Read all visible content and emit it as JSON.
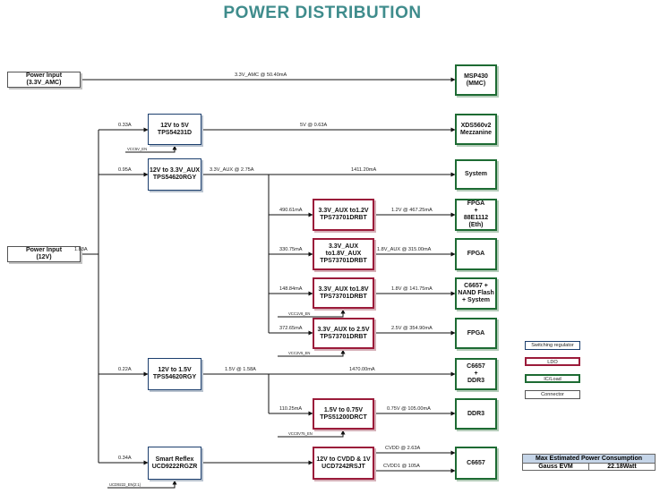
{
  "title": "POWER DISTRIBUTION",
  "blocks": {
    "power_input_3v3": "Power Input\n(3.3V_AMC)",
    "power_input_12v": "Power Input\n(12V)",
    "reg_12v_5v": "12V to 5V\nTPS54231D",
    "reg_12v_3v3aux": "12V to 3.3V_AUX\nTPS54620RGY",
    "reg_12v_1v5": "12V to 1.5V\nTPS54620RGY",
    "reg_smartreflex": "Smart Reflex\nUCD9222RGZR",
    "ldo_1v2": "3.3V_AUX to1.2V\nTPS73701DRBT",
    "ldo_1v8aux": "3.3V_AUX\nto1.8V_AUX\nTPS73701DRBT",
    "ldo_1v8": "3.3V_AUX to1.8V\nTPS73701DRBT",
    "ldo_2v5": "3.3V_AUX to 2.5V\nTPS73701DRBT",
    "ldo_0v75": "1.5V to 0.75V\nTPS51200DRCT",
    "ldo_cvdd": "12V to CVDD & 1V\nUCD7242RSJT",
    "load_msp430": "MSP430\n(MMC)",
    "load_xds560": "XDS560v2\nMezzanine",
    "load_system": "System",
    "load_fpga_eth": "FPGA\n+\n88E1112 (Eth)",
    "load_fpga_1": "FPGA",
    "load_c6657_nand": "C6657 +\nNAND Flash\n+ System",
    "load_fpga_2": "FPGA",
    "load_c6657_ddr3": "C6657\n+\nDDR3",
    "load_ddr3": "DDR3",
    "load_c6657": "C6657"
  },
  "labels": {
    "amc_rail": "3.3V_AMC @ 50.40mA",
    "in_12v": "1.83A",
    "to_5v": "0.33A",
    "to_3v3aux": "0.95A",
    "to_1v5": "0.22A",
    "to_smartreflex": "0.34A",
    "rail_5v": "5V @ 0.63A",
    "rail_3v3aux": "3.3V_AUX @ 2.75A",
    "system_current": "1411.20mA",
    "ldo_1v2_in": "490.61mA",
    "rail_1v2": "1.2V @ 467.25mA",
    "ldo_1v8aux_in": "330.75mA",
    "rail_1v8aux": "1.8V_AUX @ 315.00mA",
    "ldo_1v8_in": "148.84mA",
    "rail_1v8": "1.8V @ 141.75mA",
    "ldo_2v5_in": "372.65mA",
    "rail_2v5": "2.5V @ 354.90mA",
    "rail_1v5": "1.5V @ 1.58A",
    "c6657_ddr3_current": "1470.00mA",
    "ldo_0v75_in": "110.25mA",
    "rail_0v75": "0.75V @ 105.00mA",
    "rail_cvdd": "CVDD @ 2.63A",
    "rail_cvdd1v": "CVDD1 @ 105A"
  },
  "enables": {
    "vcc5v_en": "VCC5V_EN",
    "vcc1v8_en": "VCC1V8_EN",
    "vcc2v5_en": "VCC2V5_EN",
    "vcc0v75_en": "VCC0V75_EN",
    "ucd9222_en": "UCD9222_EN(2:1)"
  },
  "legend": {
    "switching": "Switching regulator",
    "ldo": "LDO",
    "load": "IC/Load",
    "connector": "Connector"
  },
  "summary": {
    "header": "Max Estimated Power Consumption",
    "name": "Gauss EVM",
    "value": "22.18Watt"
  },
  "colors": {
    "title": "#3f8c8c",
    "switching_border": "#1c3f6e",
    "ldo_border": "#9b1b3a",
    "load_border": "#1d6b33",
    "connector_border": "#555555",
    "summary_header": "#c5d5e8"
  }
}
